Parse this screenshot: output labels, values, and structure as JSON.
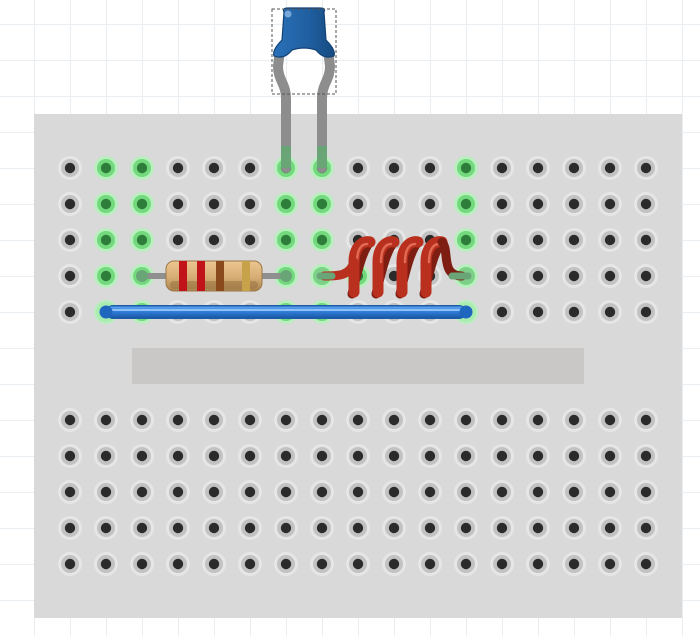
{
  "canvas": {
    "background": "#ffffff",
    "grid_color": "#e9eef3"
  },
  "breadboard": {
    "body_color": "#d9d9d9",
    "channel_color": "#c9c8c6",
    "hole_ring_color": "#c2c2c2",
    "hole_color": "#2b2b2b",
    "columns": 17,
    "top_rows": 5,
    "bottom_rows": 5
  },
  "connected_holes": {
    "highlight_color": "#73d97d",
    "pin_color": "#2f7d3b",
    "top_section": [
      {
        "row": 1,
        "cols": [
          2,
          3,
          7,
          8,
          12
        ]
      },
      {
        "row": 2,
        "cols": [
          2,
          3,
          7,
          8,
          12
        ]
      },
      {
        "row": 3,
        "cols": [
          2,
          3,
          7,
          8,
          12
        ]
      },
      {
        "row": 4,
        "cols": [
          2,
          3,
          7,
          8,
          9,
          12
        ]
      },
      {
        "row": 5,
        "cols": [
          2,
          3,
          7,
          8,
          12
        ]
      }
    ]
  },
  "components": [
    {
      "kind": "ceramic-capacitor",
      "body_color": "#1f5e9f",
      "leg_color": "#8d8d8d",
      "selected": true,
      "pins": [
        {
          "row": 1,
          "col": 7
        },
        {
          "row": 1,
          "col": 8
        }
      ]
    },
    {
      "kind": "resistor",
      "body_color": "#d6ad74",
      "bands": [
        "#c0131a",
        "#c0131a",
        "#8b4a1c",
        "#c8a24b"
      ],
      "pins": [
        {
          "row": 4,
          "col": 3
        },
        {
          "row": 4,
          "col": 7
        }
      ]
    },
    {
      "kind": "inductor-coil",
      "wire_color": "#b9301f",
      "pins": [
        {
          "row": 4,
          "col": 8
        },
        {
          "row": 4,
          "col": 12
        }
      ]
    },
    {
      "kind": "jumper-wire",
      "color": "#2e7bd6",
      "pins": [
        {
          "row": 5,
          "col": 2
        },
        {
          "row": 5,
          "col": 12
        }
      ]
    }
  ]
}
